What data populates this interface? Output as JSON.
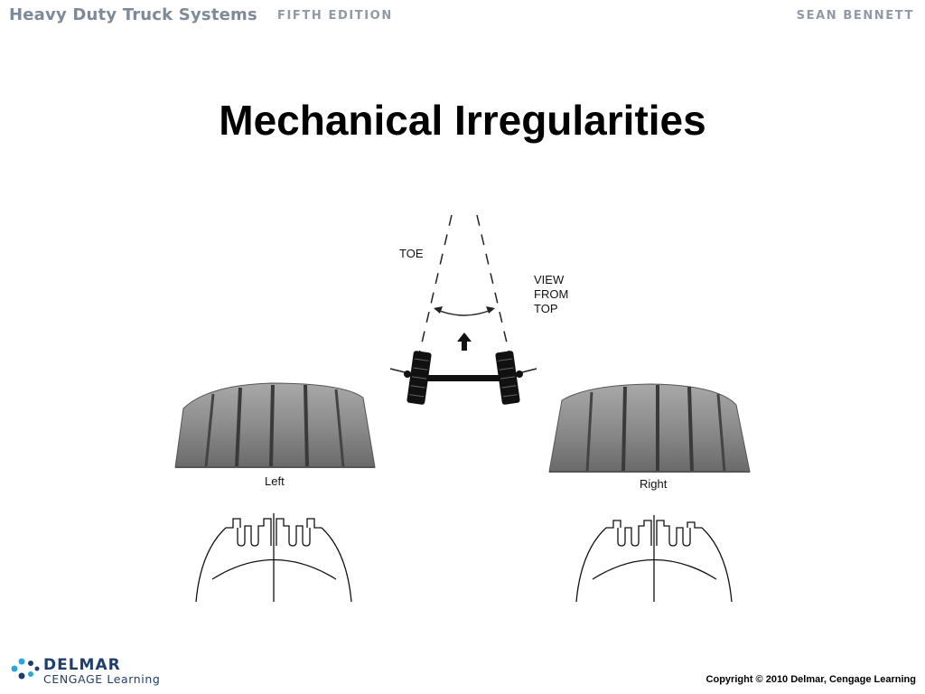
{
  "header": {
    "book_title": "Heavy Duty Truck Systems",
    "edition": "FIFTH EDITION",
    "author": "SEAN BENNETT"
  },
  "slide": {
    "title": "Mechanical Irregularities"
  },
  "diagram": {
    "toe_label": "TOE",
    "view_label_line1": "VIEW",
    "view_label_line2": "FROM",
    "view_label_line3": "TOP",
    "left_tire_label": "Left",
    "right_tire_label": "Right"
  },
  "footer": {
    "logo_name": "DELMAR",
    "logo_subtitle": "CENGAGE Learning",
    "copyright": "Copyright © 2010 Delmar, Cengage Learning"
  },
  "colors": {
    "header_text": "#7d8a99",
    "logo_blue": "#1f3e6e",
    "logo_accent": "#2aa7d8"
  }
}
